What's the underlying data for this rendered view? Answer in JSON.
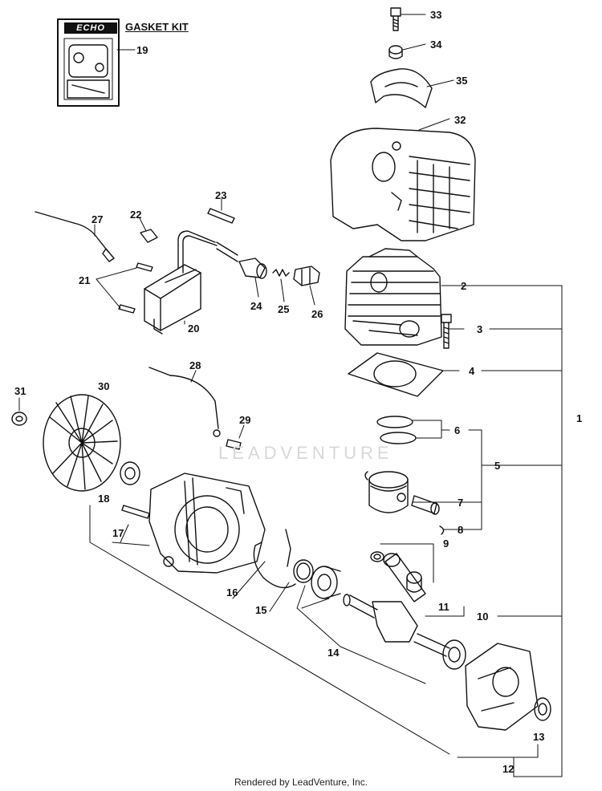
{
  "kit": {
    "brand": "ECHO",
    "title": "GASKET KIT"
  },
  "watermark": "LEADVENTURE",
  "footer": "Rendered by LeadVenture, Inc.",
  "callouts": {
    "p1": "1",
    "p2": "2",
    "p3": "3",
    "p4": "4",
    "p5": "5",
    "p6": "6",
    "p7": "7",
    "p8": "8",
    "p9": "9",
    "p10": "10",
    "p11": "11",
    "p12": "12",
    "p13": "13",
    "p14": "14",
    "p15": "15",
    "p16": "16",
    "p17": "17",
    "p18": "18",
    "p19": "19",
    "p20": "20",
    "p21": "21",
    "p22": "22",
    "p23": "23",
    "p24": "24",
    "p25": "25",
    "p26": "26",
    "p27": "27",
    "p28": "28",
    "p29": "29",
    "p30": "30",
    "p31": "31",
    "p32": "32",
    "p33": "33",
    "p34": "34",
    "p35": "35"
  }
}
